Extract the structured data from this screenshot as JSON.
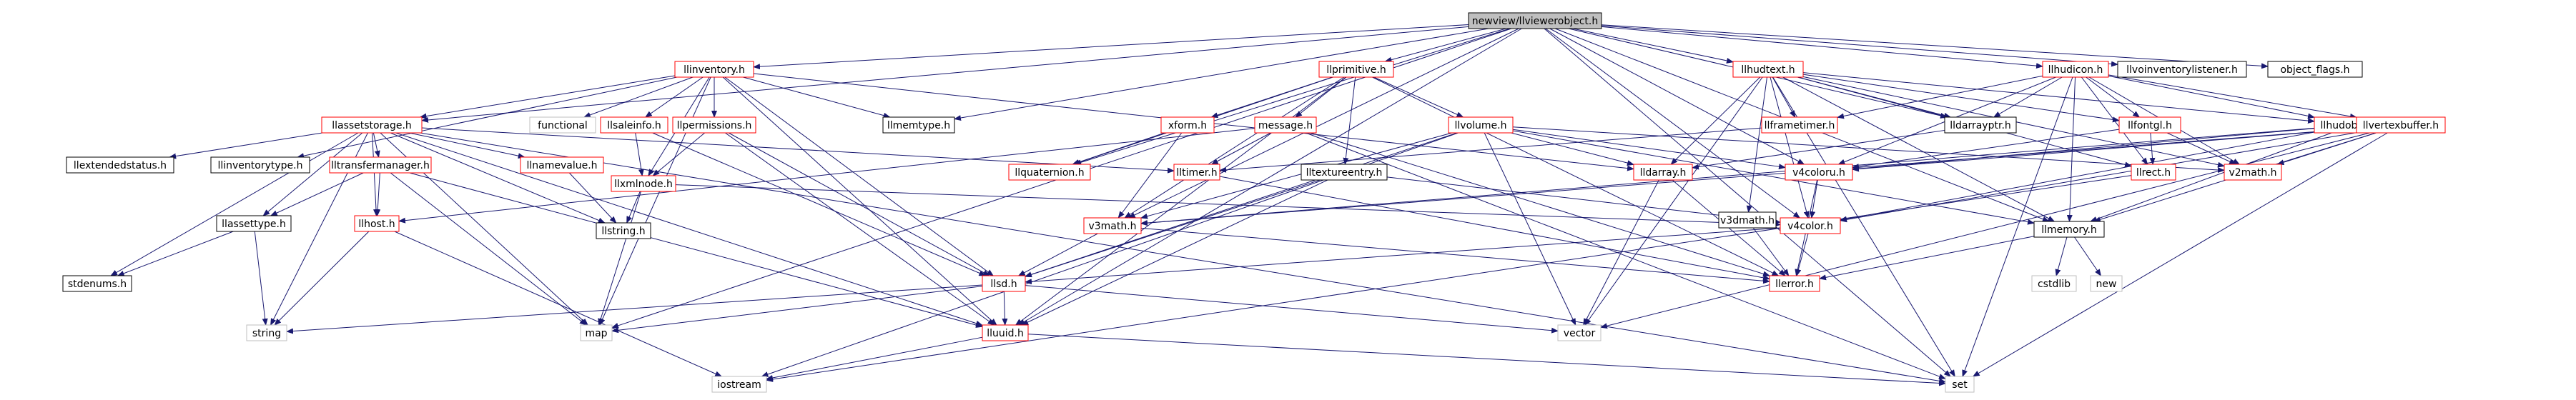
{
  "title": "newview/llviewerobject.h",
  "colors": {
    "edge": "#191970",
    "root_fill": "#bfbfbf",
    "linked_border": "#ff0000",
    "plain_border": "#000000",
    "system_border": "#bfbfbf",
    "label": "#000000"
  },
  "nodes": [
    {
      "id": "root",
      "label": "newview/llviewerobject.h",
      "kind": "root"
    },
    {
      "id": "inventory",
      "label": "llinventory.h",
      "kind": "linked"
    },
    {
      "id": "primitive",
      "label": "llprimitive.h",
      "kind": "linked"
    },
    {
      "id": "hudtext",
      "label": "llhudtext.h",
      "kind": "linked"
    },
    {
      "id": "hudicon",
      "label": "llhudicon.h",
      "kind": "linked"
    },
    {
      "id": "invlistener",
      "label": "llvoinventorylistener.h",
      "kind": "plain"
    },
    {
      "id": "objflags",
      "label": "object_flags.h",
      "kind": "plain"
    },
    {
      "id": "assetstorage",
      "label": "llassetstorage.h",
      "kind": "linked"
    },
    {
      "id": "functional",
      "label": "functional",
      "kind": "system"
    },
    {
      "id": "saleinfo",
      "label": "llsaleinfo.h",
      "kind": "linked"
    },
    {
      "id": "permissions",
      "label": "llpermissions.h",
      "kind": "linked"
    },
    {
      "id": "itemtype",
      "label": "llinventorytype.h",
      "kind": "plain"
    },
    {
      "id": "extstatus",
      "label": "llextendedstatus.h",
      "kind": "plain"
    },
    {
      "id": "xfermgr",
      "label": "lltransfermanager.h",
      "kind": "linked"
    },
    {
      "id": "namevalue",
      "label": "llnamevalue.h",
      "kind": "linked"
    },
    {
      "id": "xmlnode",
      "label": "llxmlnode.h",
      "kind": "linked"
    },
    {
      "id": "lmmtype",
      "label": "llmemtype.h",
      "kind": "plain"
    },
    {
      "id": "xform",
      "label": "xform.h",
      "kind": "linked"
    },
    {
      "id": "message",
      "label": "message.h",
      "kind": "linked"
    },
    {
      "id": "volume",
      "label": "llvolume.h",
      "kind": "linked"
    },
    {
      "id": "frametimer",
      "label": "llframetimer.h",
      "kind": "linked"
    },
    {
      "id": "darrayptr",
      "label": "lldarrayptr.h",
      "kind": "plain"
    },
    {
      "id": "fontgl",
      "label": "llfontgl.h",
      "kind": "linked"
    },
    {
      "id": "hudobject",
      "label": "llhudobject.h",
      "kind": "linked"
    },
    {
      "id": "vbuffer",
      "label": "llvertexbuffer.h",
      "kind": "linked"
    },
    {
      "id": "quaternion",
      "label": "llquaternion.h",
      "kind": "linked"
    },
    {
      "id": "timer",
      "label": "lltimer.h",
      "kind": "linked"
    },
    {
      "id": "darray",
      "label": "lldarray.h",
      "kind": "linked"
    },
    {
      "id": "v3dmath",
      "label": "v3dmath.h",
      "kind": "plain"
    },
    {
      "id": "v4coloru",
      "label": "v4coloru.h",
      "kind": "linked"
    },
    {
      "id": "rect",
      "label": "llrect.h",
      "kind": "linked"
    },
    {
      "id": "v2math",
      "label": "v2math.h",
      "kind": "linked"
    },
    {
      "id": "texentry",
      "label": "lltextureentry.h",
      "kind": "plain"
    },
    {
      "id": "assettype",
      "label": "llassettype.h",
      "kind": "plain"
    },
    {
      "id": "host",
      "label": "llhost.h",
      "kind": "linked"
    },
    {
      "id": "string_h",
      "label": "llstring.h",
      "kind": "plain"
    },
    {
      "id": "v3math",
      "label": "v3math.h",
      "kind": "linked"
    },
    {
      "id": "v4color",
      "label": "v4color.h",
      "kind": "linked"
    },
    {
      "id": "memory",
      "label": "llmemory.h",
      "kind": "plain"
    },
    {
      "id": "stdenums",
      "label": "stdenums.h",
      "kind": "plain"
    },
    {
      "id": "lsd",
      "label": "llsd.h",
      "kind": "linked"
    },
    {
      "id": "cstdlib",
      "label": "cstdlib",
      "kind": "system"
    },
    {
      "id": "new",
      "label": "new",
      "kind": "system"
    },
    {
      "id": "error",
      "label": "llerror.h",
      "kind": "linked"
    },
    {
      "id": "string",
      "label": "string",
      "kind": "system"
    },
    {
      "id": "map",
      "label": "map",
      "kind": "system"
    },
    {
      "id": "vector",
      "label": "vector",
      "kind": "system"
    },
    {
      "id": "uuid",
      "label": "lluuid.h",
      "kind": "linked"
    },
    {
      "id": "iostream",
      "label": "iostream",
      "kind": "system"
    },
    {
      "id": "set",
      "label": "set",
      "kind": "system"
    }
  ],
  "edges": [
    [
      "root",
      "inventory"
    ],
    [
      "root",
      "primitive"
    ],
    [
      "root",
      "hudtext"
    ],
    [
      "root",
      "hudicon"
    ],
    [
      "root",
      "invlistener"
    ],
    [
      "root",
      "objflags"
    ],
    [
      "root",
      "assetstorage"
    ],
    [
      "root",
      "lmmtype"
    ],
    [
      "root",
      "darrayptr"
    ],
    [
      "root",
      "uuid"
    ],
    [
      "root",
      "memory"
    ],
    [
      "root",
      "quaternion"
    ],
    [
      "root",
      "v4color"
    ],
    [
      "root",
      "v3math"
    ],
    [
      "root",
      "v4coloru"
    ],
    [
      "root",
      "set"
    ],
    [
      "root",
      "map"
    ],
    [
      "inventory",
      "assetstorage"
    ],
    [
      "inventory",
      "functional"
    ],
    [
      "inventory",
      "saleinfo"
    ],
    [
      "inventory",
      "permissions"
    ],
    [
      "inventory",
      "itemtype"
    ],
    [
      "inventory",
      "xmlnode"
    ],
    [
      "inventory",
      "lmmtype"
    ],
    [
      "inventory",
      "uuid"
    ],
    [
      "inventory",
      "darray"
    ],
    [
      "inventory",
      "lsd"
    ],
    [
      "inventory",
      "map"
    ],
    [
      "assetstorage",
      "extstatus"
    ],
    [
      "assetstorage",
      "xfermgr"
    ],
    [
      "assetstorage",
      "assettype"
    ],
    [
      "assetstorage",
      "namevalue"
    ],
    [
      "assetstorage",
      "timer"
    ],
    [
      "assetstorage",
      "string_h"
    ],
    [
      "assetstorage",
      "stdenums"
    ],
    [
      "assetstorage",
      "uuid"
    ],
    [
      "assetstorage",
      "string"
    ],
    [
      "assetstorage",
      "map"
    ],
    [
      "assetstorage",
      "set"
    ],
    [
      "assetstorage",
      "host"
    ],
    [
      "saleinfo",
      "xmlnode"
    ],
    [
      "saleinfo",
      "lsd"
    ],
    [
      "permissions",
      "xmlnode"
    ],
    [
      "permissions",
      "uuid"
    ],
    [
      "permissions",
      "lsd"
    ],
    [
      "xfermgr",
      "assettype"
    ],
    [
      "xfermgr",
      "host"
    ],
    [
      "xfermgr",
      "uuid"
    ],
    [
      "xfermgr",
      "map"
    ],
    [
      "xmlnode",
      "string_h"
    ],
    [
      "xmlnode",
      "map"
    ],
    [
      "xmlnode",
      "v4color"
    ],
    [
      "namevalue",
      "string_h"
    ],
    [
      "primitive",
      "xform"
    ],
    [
      "primitive",
      "message"
    ],
    [
      "primitive",
      "volume"
    ],
    [
      "primitive",
      "texentry"
    ],
    [
      "primitive",
      "v3math"
    ],
    [
      "primitive",
      "quaternion"
    ],
    [
      "primitive",
      "error"
    ],
    [
      "primitive",
      "uuid"
    ],
    [
      "xform",
      "quaternion"
    ],
    [
      "xform",
      "v3math"
    ],
    [
      "message",
      "timer"
    ],
    [
      "message",
      "error"
    ],
    [
      "message",
      "host"
    ],
    [
      "message",
      "set"
    ],
    [
      "volume",
      "darray"
    ],
    [
      "volume",
      "v4coloru"
    ],
    [
      "volume",
      "v3math"
    ],
    [
      "volume",
      "v2math"
    ],
    [
      "volume",
      "vector"
    ],
    [
      "volume",
      "iostream"
    ],
    [
      "volume",
      "lsd"
    ],
    [
      "volume",
      "memory"
    ],
    [
      "texentry",
      "v4color"
    ],
    [
      "texentry",
      "lsd"
    ],
    [
      "texentry",
      "uuid"
    ],
    [
      "hudtext",
      "frametimer"
    ],
    [
      "hudtext",
      "darrayptr"
    ],
    [
      "hudtext",
      "fontgl"
    ],
    [
      "hudtext",
      "hudobject"
    ],
    [
      "hudtext",
      "v4color"
    ],
    [
      "hudtext",
      "v2math"
    ],
    [
      "hudtext",
      "rect"
    ],
    [
      "hudtext",
      "darray"
    ],
    [
      "hudtext",
      "memory"
    ],
    [
      "hudtext",
      "v3dmath"
    ],
    [
      "hudtext",
      "set"
    ],
    [
      "hudtext",
      "vector"
    ],
    [
      "frametimer",
      "timer"
    ],
    [
      "darrayptr",
      "darray"
    ],
    [
      "fontgl",
      "rect"
    ],
    [
      "fontgl",
      "v2math"
    ],
    [
      "fontgl",
      "v4coloru"
    ],
    [
      "hudobject",
      "v4color"
    ],
    [
      "hudobject",
      "v3math"
    ],
    [
      "hudobject",
      "memory"
    ],
    [
      "hudobject",
      "v4coloru"
    ],
    [
      "hudicon",
      "vbuffer"
    ],
    [
      "hudicon",
      "hudobject"
    ],
    [
      "hudicon",
      "fontgl"
    ],
    [
      "hudicon",
      "darrayptr"
    ],
    [
      "hudicon",
      "v2math"
    ],
    [
      "hudicon",
      "v4coloru"
    ],
    [
      "hudicon",
      "memory"
    ],
    [
      "hudicon",
      "frametimer"
    ],
    [
      "hudicon",
      "rect"
    ],
    [
      "hudicon",
      "set"
    ],
    [
      "vbuffer",
      "v2math"
    ],
    [
      "vbuffer",
      "v4coloru"
    ],
    [
      "vbuffer",
      "v3math"
    ],
    [
      "vbuffer",
      "memory"
    ],
    [
      "vbuffer",
      "vector"
    ],
    [
      "vbuffer",
      "set"
    ],
    [
      "vbuffer",
      "v4color"
    ],
    [
      "darray",
      "vector"
    ],
    [
      "darray",
      "error"
    ],
    [
      "v3dmath",
      "error"
    ],
    [
      "v4coloru",
      "v4color"
    ],
    [
      "v4coloru",
      "error"
    ],
    [
      "rect",
      "iostream"
    ],
    [
      "v3math",
      "error"
    ],
    [
      "v3math",
      "lsd"
    ],
    [
      "v4color",
      "error"
    ],
    [
      "v4color",
      "lsd"
    ],
    [
      "memory",
      "cstdlib"
    ],
    [
      "memory",
      "new"
    ],
    [
      "memory",
      "error"
    ],
    [
      "assettype",
      "string"
    ],
    [
      "assettype",
      "stdenums"
    ],
    [
      "host",
      "string"
    ],
    [
      "host",
      "iostream"
    ],
    [
      "lsd",
      "map"
    ],
    [
      "lsd",
      "string"
    ],
    [
      "lsd",
      "vector"
    ],
    [
      "lsd",
      "uuid"
    ],
    [
      "uuid",
      "iostream"
    ],
    [
      "uuid",
      "set"
    ],
    [
      "timer",
      "error"
    ]
  ]
}
